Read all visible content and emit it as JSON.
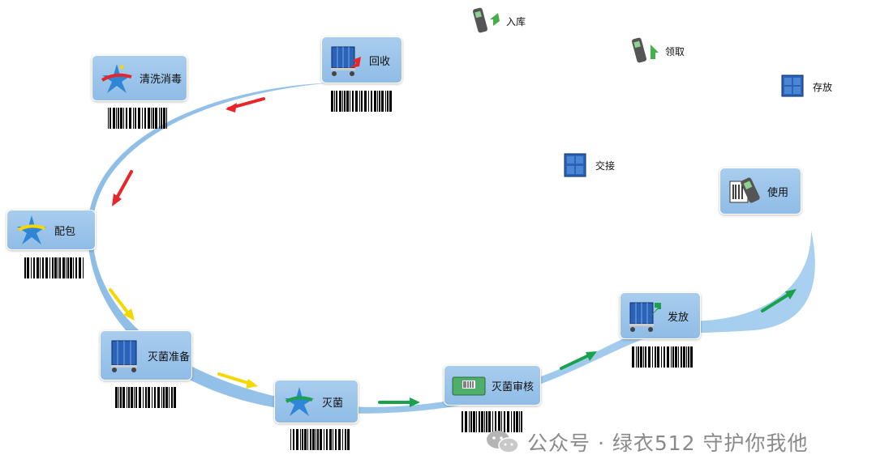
{
  "nodes": [
    {
      "id": "huishou",
      "label": "回收",
      "icon": "cart-return-icon"
    },
    {
      "id": "qingxi",
      "label": "清洗消毒",
      "icon": "star-logo-icon"
    },
    {
      "id": "peibao",
      "label": "配包",
      "icon": "star-logo-icon"
    },
    {
      "id": "miejunzhunbei",
      "label": "灭菌准备",
      "icon": "cart-icon"
    },
    {
      "id": "miejun",
      "label": "灭菌",
      "icon": "star-logo-icon"
    },
    {
      "id": "miejunshenhe",
      "label": "灭菌审核",
      "icon": "package-barcode-icon"
    },
    {
      "id": "fafang",
      "label": "发放",
      "icon": "cart-dispatch-icon"
    },
    {
      "id": "shiyong",
      "label": "使用",
      "icon": "scanner-card-icon"
    }
  ],
  "legend": [
    {
      "label": "入库",
      "icon": "scanner-in-icon"
    },
    {
      "label": "领取",
      "icon": "scanner-receive-icon"
    },
    {
      "label": "存放",
      "icon": "cabinet-icon"
    },
    {
      "label": "交接",
      "icon": "cabinet-icon"
    }
  ],
  "watermark": {
    "text": "公众号 · 绿衣512 守护你我他",
    "icon": "wechat-icon"
  },
  "colors": {
    "arrow_red": "#e8262a",
    "arrow_yellow": "#f5d800",
    "arrow_green": "#1aa14b",
    "ring": "#9dc6ea",
    "node_bg": "#9cc5ec"
  }
}
